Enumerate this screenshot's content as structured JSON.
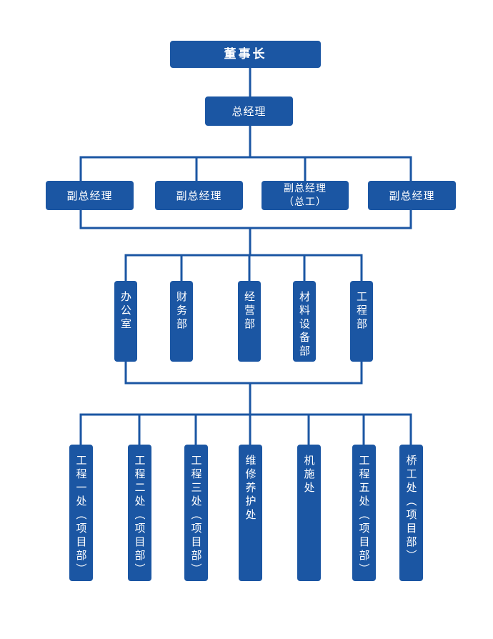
{
  "chairman": "董事长",
  "general_manager": "总经理",
  "deputies": [
    "副总经理",
    "副总经理",
    "副总经理\n（总工）",
    "副总经理"
  ],
  "departments": [
    "办公室",
    "财务部",
    "经营部",
    "材料设备部",
    "工程部"
  ],
  "branches": [
    "工程一处（项目部）",
    "工程二处（项目部）",
    "工程三处（项目部）",
    "维修养护处",
    "机施处",
    "工程五处（项目部）",
    "桥工处（项目部）"
  ],
  "colors": {
    "node_fill": "#1b56a3",
    "line": "#1b56a3",
    "text": "#ffffff"
  }
}
